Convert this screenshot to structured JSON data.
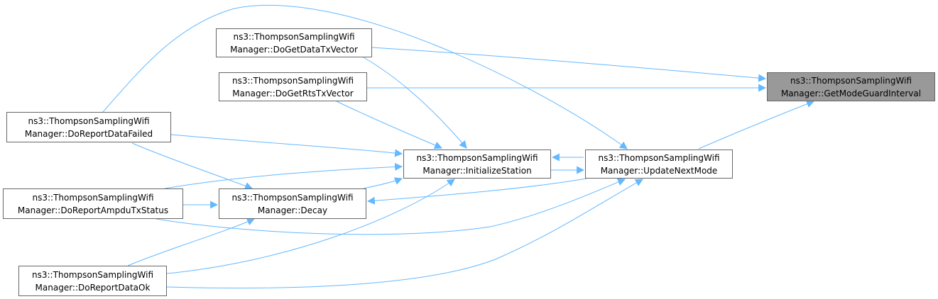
{
  "colors": {
    "edge": "#63b8ff",
    "node_border": "#666666",
    "focus_fill": "#999999",
    "node_fill": "#ffffff"
  },
  "nodes": {
    "target": {
      "line1": "ns3::ThompsonSamplingWifi",
      "line2": "Manager::GetModeGuardInterval"
    },
    "dogetdata": {
      "line1": "ns3::ThompsonSamplingWifi",
      "line2": "Manager::DoGetDataTxVector"
    },
    "dogetrts": {
      "line1": "ns3::ThompsonSamplingWifi",
      "line2": "Manager::DoGetRtsTxVector"
    },
    "reportfailed": {
      "line1": "ns3::ThompsonSamplingWifi",
      "line2": "Manager::DoReportDataFailed"
    },
    "init": {
      "line1": "ns3::ThompsonSamplingWifi",
      "line2": "Manager::InitializeStation"
    },
    "update": {
      "line1": "ns3::ThompsonSamplingWifi",
      "line2": "Manager::UpdateNextMode"
    },
    "ampdu": {
      "line1": "ns3::ThompsonSamplingWifi",
      "line2": "Manager::DoReportAmpduTxStatus"
    },
    "decay": {
      "line1": "ns3::ThompsonSamplingWifi",
      "line2": "Manager::Decay"
    },
    "reportok": {
      "line1": "ns3::ThompsonSamplingWifi",
      "line2": "Manager::DoReportDataOk"
    }
  },
  "edges": [
    {
      "from": "dogetdata",
      "to": "target"
    },
    {
      "from": "dogetrts",
      "to": "target"
    },
    {
      "from": "update",
      "to": "target"
    },
    {
      "from": "reportfailed",
      "to": "update"
    },
    {
      "from": "dogetdata",
      "to": "init"
    },
    {
      "from": "dogetrts",
      "to": "init"
    },
    {
      "from": "reportfailed",
      "to": "init"
    },
    {
      "from": "reportfailed",
      "to": "decay"
    },
    {
      "from": "update",
      "to": "init"
    },
    {
      "from": "init",
      "to": "update"
    },
    {
      "from": "ampdu",
      "to": "init"
    },
    {
      "from": "ampdu",
      "to": "decay"
    },
    {
      "from": "ampdu",
      "to": "update"
    },
    {
      "from": "init",
      "to": "decay"
    },
    {
      "from": "update",
      "to": "decay"
    },
    {
      "from": "reportok",
      "to": "decay"
    },
    {
      "from": "reportok",
      "to": "init"
    },
    {
      "from": "reportok",
      "to": "update"
    }
  ]
}
